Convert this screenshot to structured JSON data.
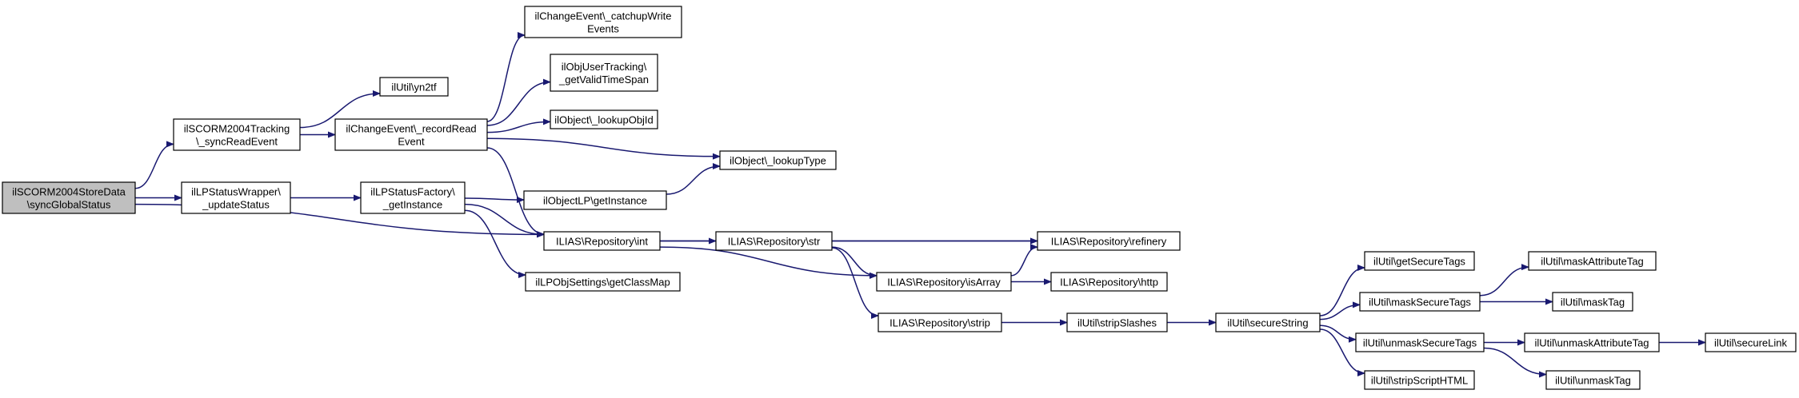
{
  "graph": {
    "nodes": {
      "root": [
        "ilSCORM2004StoreData",
        "\\syncGlobalStatus"
      ],
      "tracking": [
        "ilSCORM2004Tracking",
        "\\_syncReadEvent"
      ],
      "lpwrapper": [
        "ilLPStatusWrapper\\",
        "_updateStatus"
      ],
      "yn2tf": [
        "ilUtil\\yn2tf"
      ],
      "recordread": [
        "ilChangeEvent\\_recordRead",
        "Event"
      ],
      "lpfactory": [
        "ilLPStatusFactory\\",
        "_getInstance"
      ],
      "catchup": [
        "ilChangeEvent\\_catchupWrite",
        "Events"
      ],
      "validtime": [
        "ilObjUserTracking\\",
        "_getValidTimeSpan"
      ],
      "lookupobjid": [
        "ilObject\\_lookupObjId"
      ],
      "objectlp": [
        "ilObjectLP\\getInstance"
      ],
      "int": [
        "ILIAS\\Repository\\int"
      ],
      "classmap": [
        "ilLPObjSettings\\getClassMap"
      ],
      "lookuptype": [
        "ilObject\\_lookupType"
      ],
      "str": [
        "ILIAS\\Repository\\str"
      ],
      "refinery": [
        "ILIAS\\Repository\\refinery"
      ],
      "isarray": [
        "ILIAS\\Repository\\isArray"
      ],
      "strip": [
        "ILIAS\\Repository\\strip"
      ],
      "http": [
        "ILIAS\\Repository\\http"
      ],
      "stripslashes": [
        "ilUtil\\stripSlashes"
      ],
      "securestring": [
        "ilUtil\\secureString"
      ],
      "getsecuretags": [
        "ilUtil\\getSecureTags"
      ],
      "masksecuretags": [
        "ilUtil\\maskSecureTags"
      ],
      "unmasksecuretags": [
        "ilUtil\\unmaskSecureTags"
      ],
      "stripscript": [
        "ilUtil\\stripScriptHTML"
      ],
      "maskattr": [
        "ilUtil\\maskAttributeTag"
      ],
      "masktag": [
        "ilUtil\\maskTag"
      ],
      "unmaskattr": [
        "ilUtil\\unmaskAttributeTag"
      ],
      "unmasktag": [
        "ilUtil\\unmaskTag"
      ],
      "securelink": [
        "ilUtil\\secureLink"
      ]
    },
    "edges": [
      [
        "root",
        "tracking"
      ],
      [
        "root",
        "lpwrapper"
      ],
      [
        "root",
        "int"
      ],
      [
        "tracking",
        "yn2tf"
      ],
      [
        "tracking",
        "recordread"
      ],
      [
        "lpwrapper",
        "lpfactory"
      ],
      [
        "recordread",
        "catchup"
      ],
      [
        "recordread",
        "validtime"
      ],
      [
        "recordread",
        "lookupobjid"
      ],
      [
        "recordread",
        "lookuptype"
      ],
      [
        "recordread",
        "int"
      ],
      [
        "lpfactory",
        "objectlp"
      ],
      [
        "lpfactory",
        "int"
      ],
      [
        "lpfactory",
        "classmap"
      ],
      [
        "objectlp",
        "lookuptype"
      ],
      [
        "int",
        "str"
      ],
      [
        "int",
        "refinery"
      ],
      [
        "int",
        "isarray"
      ],
      [
        "str",
        "refinery"
      ],
      [
        "str",
        "isarray"
      ],
      [
        "str",
        "strip"
      ],
      [
        "isarray",
        "refinery"
      ],
      [
        "isarray",
        "http"
      ],
      [
        "strip",
        "stripslashes"
      ],
      [
        "stripslashes",
        "securestring"
      ],
      [
        "securestring",
        "getsecuretags"
      ],
      [
        "securestring",
        "masksecuretags"
      ],
      [
        "securestring",
        "unmasksecuretags"
      ],
      [
        "securestring",
        "stripscript"
      ],
      [
        "masksecuretags",
        "maskattr"
      ],
      [
        "masksecuretags",
        "masktag"
      ],
      [
        "unmasksecuretags",
        "unmaskattr"
      ],
      [
        "unmasksecuretags",
        "unmasktag"
      ],
      [
        "unmaskattr",
        "securelink"
      ]
    ]
  }
}
